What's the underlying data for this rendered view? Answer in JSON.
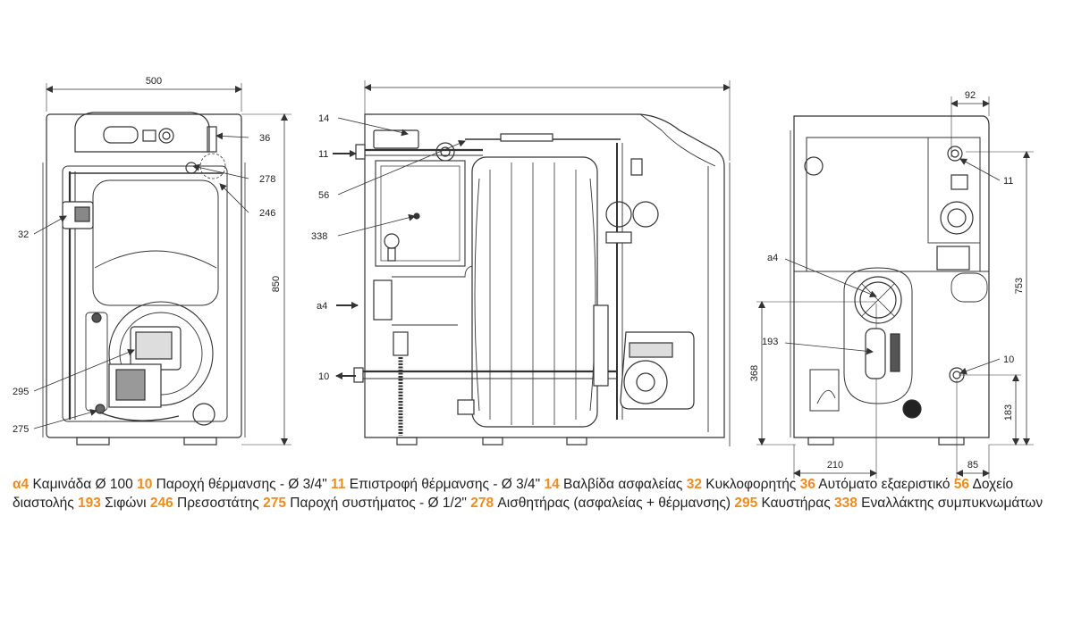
{
  "dimensions": {
    "width": "500",
    "height": "850",
    "side_top": "92",
    "side_height": "753",
    "flue_height": "368",
    "flue_offset": "210",
    "supply_height": "183",
    "supply_offset": "85"
  },
  "callouts": {
    "front": [
      "36",
      "278",
      "246",
      "32",
      "295",
      "275"
    ],
    "side": [
      "14",
      "11",
      "56",
      "338",
      "a4",
      "10"
    ],
    "rear": [
      "11",
      "a4",
      "193",
      "10"
    ]
  },
  "legend": [
    {
      "code": "α4",
      "text": "Καμινάδα Ø 100"
    },
    {
      "code": "10",
      "text": "Παροχή θέρμανσης - Ø 3/4\""
    },
    {
      "code": "11",
      "text": "Επιστροφή θέρμανσης - Ø 3/4\""
    },
    {
      "code": "14",
      "text": "Βαλβίδα ασφαλείας"
    },
    {
      "code": "32",
      "text": "Κυκλοφορητής"
    },
    {
      "code": "36",
      "text": "Αυτόματο εξαεριστικό"
    },
    {
      "code": "56",
      "text": "Δοχείο διαστολής"
    },
    {
      "code": "193",
      "text": "Σιφώνι"
    },
    {
      "code": "246",
      "text": "Πρεσοστάτης"
    },
    {
      "code": "275",
      "text": "Παροχή συστήματος - Ø 1/2\""
    },
    {
      "code": "278",
      "text": "Αισθητήρας (ασφαλείας + θέρμανσης)"
    },
    {
      "code": "295",
      "text": "Καυστήρας"
    },
    {
      "code": "338",
      "text": "Εναλλάκτης συμπυκνωμάτων"
    }
  ],
  "colors": {
    "legend_code": "#f08c1e",
    "line": "#333333",
    "text": "#222222"
  }
}
